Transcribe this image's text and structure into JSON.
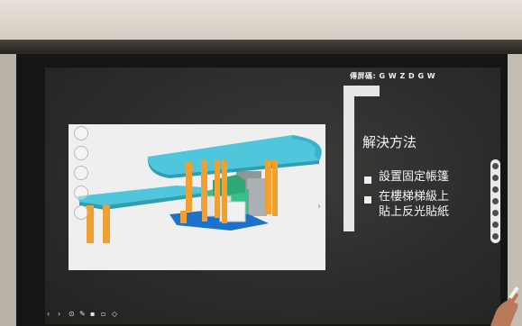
{
  "screen": {
    "code_label": "傳屏碼: G W Z D G W"
  },
  "slide": {
    "title": "解決方法",
    "bullets": [
      {
        "line1": "設置固定帳篷",
        "line2": ""
      },
      {
        "line1": "在樓梯梯級上",
        "line2": "貼上反光貼紙"
      }
    ]
  },
  "toolbars": {
    "right_icons": [
      "pen-icon",
      "eraser-icon",
      "select-icon",
      "pointer-icon",
      "zoom-icon",
      "page-icon",
      "more-icon"
    ],
    "left_icons": [
      "rotate-icon",
      "pan-icon",
      "zoom-icon",
      "reset-icon",
      "view-icon"
    ],
    "bottom_icons": [
      "prev-icon",
      "next-icon",
      "pointer-icon",
      "pen-icon",
      "highlighter-icon",
      "eraser-icon",
      "shape-icon"
    ]
  },
  "colors": {
    "screen_bg": "#2b2b29",
    "canopy": "#4fc6dc",
    "pillar": "#f0a033",
    "step_green": "#3bbf8a",
    "floor_blue": "#1b73c9"
  }
}
